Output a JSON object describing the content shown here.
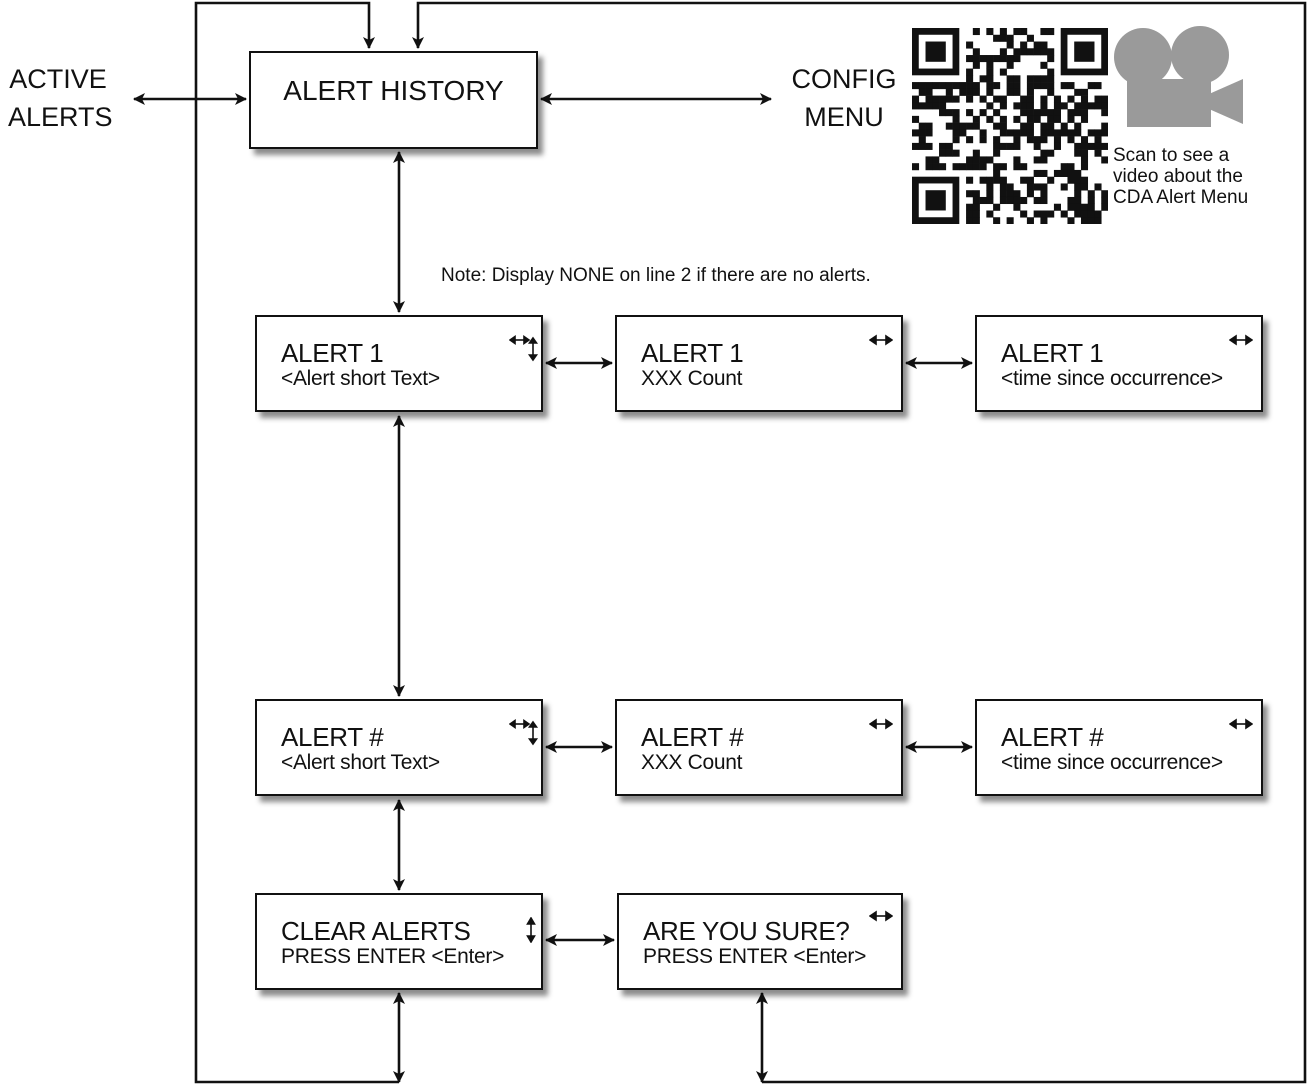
{
  "labels": {
    "active_alerts": [
      "ACTIVE",
      "ALERTS"
    ],
    "config_menu": [
      "CONFIG",
      "MENU"
    ],
    "note": "Note: Display NONE on line 2 if there are no alerts.",
    "scan_caption": [
      "Scan to see a",
      "video about the",
      "CDA Alert Menu"
    ]
  },
  "boxes": {
    "alert_history": {
      "title": "ALERT HISTORY"
    },
    "alert1_text": {
      "line1": "ALERT 1",
      "line2": "<Alert short Text>"
    },
    "alert1_count": {
      "line1": "ALERT 1",
      "line2": "XXX Count"
    },
    "alert1_time": {
      "line1": "ALERT 1",
      "line2": "<time since occurrence>"
    },
    "alertn_text": {
      "line1": "ALERT #",
      "line2": "<Alert short Text>"
    },
    "alertn_count": {
      "line1": "ALERT #",
      "line2": "XXX Count"
    },
    "alertn_time": {
      "line1": "ALERT #",
      "line2": "<time since occurrence>"
    },
    "clear_alerts": {
      "line1": "CLEAR ALERTS",
      "line2": "PRESS ENTER <Enter>"
    },
    "are_you_sure": {
      "line1": "ARE YOU SURE?",
      "line2": "PRESS ENTER <Enter>"
    }
  },
  "icons": {
    "qr_code": "qr-code-icon",
    "video_camera": "video-camera-icon",
    "nav_left_right": "left-right-arrow-icon",
    "nav_up_down": "up-down-arrow-icon"
  },
  "colors": {
    "ink": "#111111",
    "camera_gray": "#9a9a9a"
  }
}
